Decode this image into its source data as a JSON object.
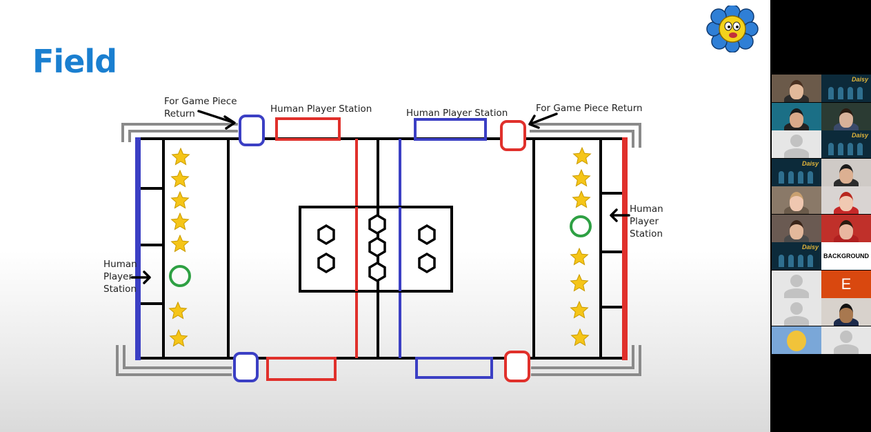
{
  "slide": {
    "title": "Field",
    "labels": {
      "return_left": "For Game Piece\nReturn",
      "return_right": "For Game Piece Return",
      "hp_top_left": "Human Player Station",
      "hp_top_right": "Human Player Station",
      "hp_left": "Human\nPlayer\nStation",
      "hp_right": "Human\nPlayer\nStation"
    },
    "colors": {
      "blue": "#3b3fc4",
      "red": "#e0302b",
      "gray": "#8a8a8a",
      "star": "#f5c518",
      "ring": "#2ea043",
      "title": "#1a7fd0"
    }
  },
  "logo": {
    "icon": "cartoon-flower-character-icon"
  },
  "gallery": {
    "tiles": [
      {
        "kind": "video",
        "bg": "#6b5a4a",
        "skin": "#e2b99a",
        "hair": "#4a3020",
        "shirt": "#2b2b2b"
      },
      {
        "kind": "themed",
        "bg": "#0c2a3a",
        "accent": "#e0b43a",
        "text": "Daisy"
      },
      {
        "kind": "video",
        "bg": "#1b6f86",
        "skin": "#d9a98a",
        "hair": "#1a1a1a",
        "shirt": "#222"
      },
      {
        "kind": "video",
        "bg": "#2b3b33",
        "skin": "#d8b199",
        "hair": "#2a1a10",
        "shirt": "#3a4a6a"
      },
      {
        "kind": "gray"
      },
      {
        "kind": "themed",
        "bg": "#0c2a3a",
        "accent": "#e0b43a",
        "text": "Daisy"
      },
      {
        "kind": "themed",
        "bg": "#0c2a3a",
        "accent": "#e0b43a",
        "text": "Daisy"
      },
      {
        "kind": "video",
        "bg": "#cfcac6",
        "skin": "#dcb092",
        "hair": "#1a1a1a",
        "shirt": "#2c2c2c"
      },
      {
        "kind": "video",
        "bg": "#8a7968",
        "skin": "#efc7b0",
        "hair": "#c9a070",
        "shirt": "#6a5a4a"
      },
      {
        "kind": "video",
        "bg": "#d9d4d2",
        "skin": "#f0c9b2",
        "hair": "#b8281f",
        "shirt": "#c62828"
      },
      {
        "kind": "video",
        "bg": "#6a5a52",
        "skin": "#e3b89b",
        "hair": "#3a2418",
        "shirt": "#4a4a4a"
      },
      {
        "kind": "video",
        "bg": "#c0302a",
        "skin": "#e9b7a0",
        "hair": "#2a1a10",
        "shirt": "#b02020"
      },
      {
        "kind": "themed",
        "bg": "#0c2a3a",
        "accent": "#e0b43a",
        "text": "Daisy"
      },
      {
        "kind": "text",
        "text": "BACKGROUND"
      },
      {
        "kind": "gray"
      },
      {
        "kind": "letter",
        "text": "E"
      },
      {
        "kind": "gray"
      },
      {
        "kind": "video",
        "bg": "#d8d2cc",
        "skin": "#a8784f",
        "hair": "#111",
        "shirt": "#1c2a4a"
      },
      {
        "kind": "cartoon",
        "bg": "#7aa7d8"
      },
      {
        "kind": "gray"
      }
    ]
  }
}
